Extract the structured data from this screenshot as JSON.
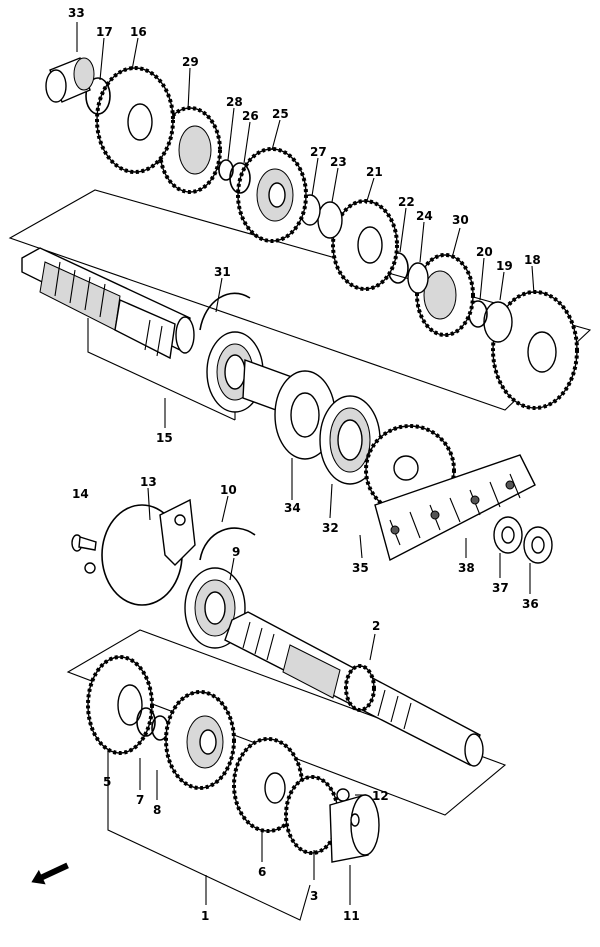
{
  "labels": {
    "p1": "1",
    "p2": "2",
    "p3": "3",
    "p5": "5",
    "p6": "6",
    "p7": "7",
    "p8": "8",
    "p9": "9",
    "p10": "10",
    "p11": "11",
    "p12": "12",
    "p13": "13",
    "p14": "14",
    "p15": "15",
    "p16": "16",
    "p17": "17",
    "p18": "18",
    "p19": "19",
    "p20": "20",
    "p21": "21",
    "p22": "22",
    "p23": "23",
    "p24": "24",
    "p25": "25",
    "p26": "26",
    "p27": "27",
    "p28": "28",
    "p29": "29",
    "p30": "30",
    "p31": "31",
    "p32": "32",
    "p33": "33",
    "p34": "34",
    "p35": "35",
    "p36": "36",
    "p37": "37",
    "p38": "38"
  },
  "icons": {
    "front_arrow": "front-arrow-icon"
  }
}
